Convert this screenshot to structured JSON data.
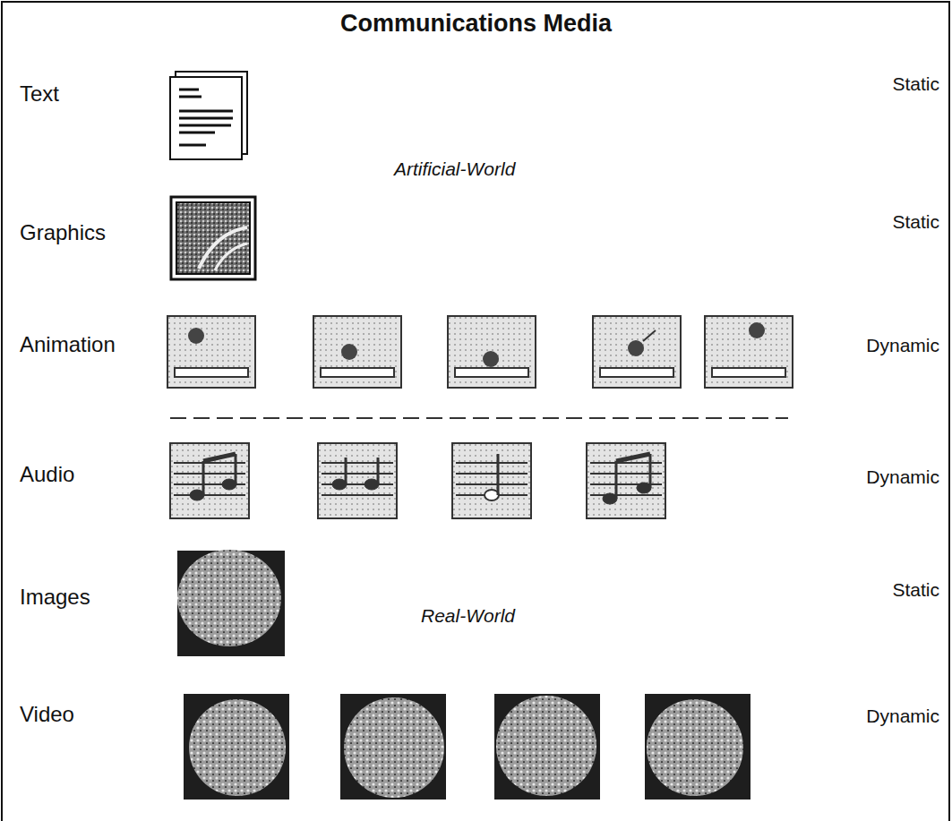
{
  "diagram": {
    "title": "Communications Media",
    "labels": [
      "Text",
      "Static",
      "Artificial-World",
      "Graphics",
      "Static",
      "Animation",
      "Dynamic",
      "Audio",
      "Dynamic",
      "Images",
      "Real-World",
      "Static",
      "Video",
      "Dynamic"
    ]
  }
}
